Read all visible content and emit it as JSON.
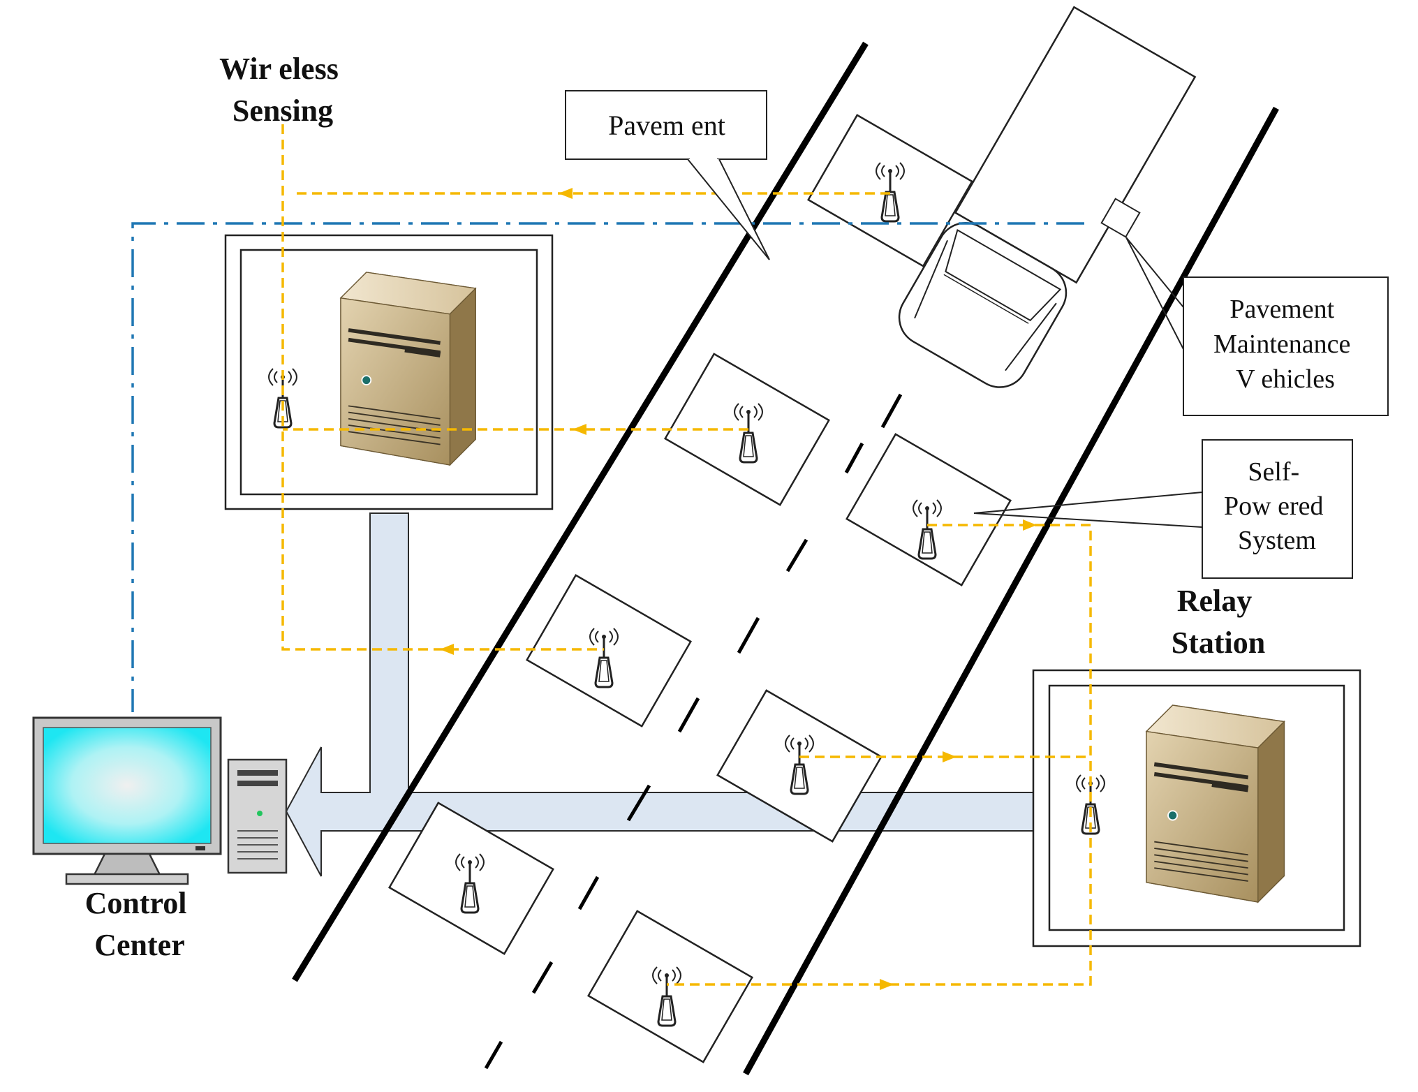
{
  "labels": {
    "wireless_sensing_1": "Wir eless",
    "wireless_sensing_2": "Sensing",
    "pavement": "Pavem ent",
    "maintenance_1": "Pavement",
    "maintenance_2": "Maintenance",
    "maintenance_3": "V ehicles",
    "self_powered_1": "Self-",
    "self_powered_2": "Pow ered",
    "self_powered_3": "System",
    "relay_1": "Relay",
    "relay_2": "Station",
    "control_1": "Control",
    "control_2": "Center"
  },
  "colors": {
    "wireless_link": "#f5b800",
    "vehicle_link": "#1f77b4",
    "data_arrow_fill": "#dce6f2",
    "data_arrow_stroke": "#2b2b2b",
    "monitor_screen": "#1ee6f2",
    "server_body": "#c9b48a",
    "road_line": "#000000"
  },
  "icons": [
    "antenna-icon",
    "server-icon",
    "monitor-icon",
    "pc-tower-icon",
    "vehicle-icon"
  ]
}
